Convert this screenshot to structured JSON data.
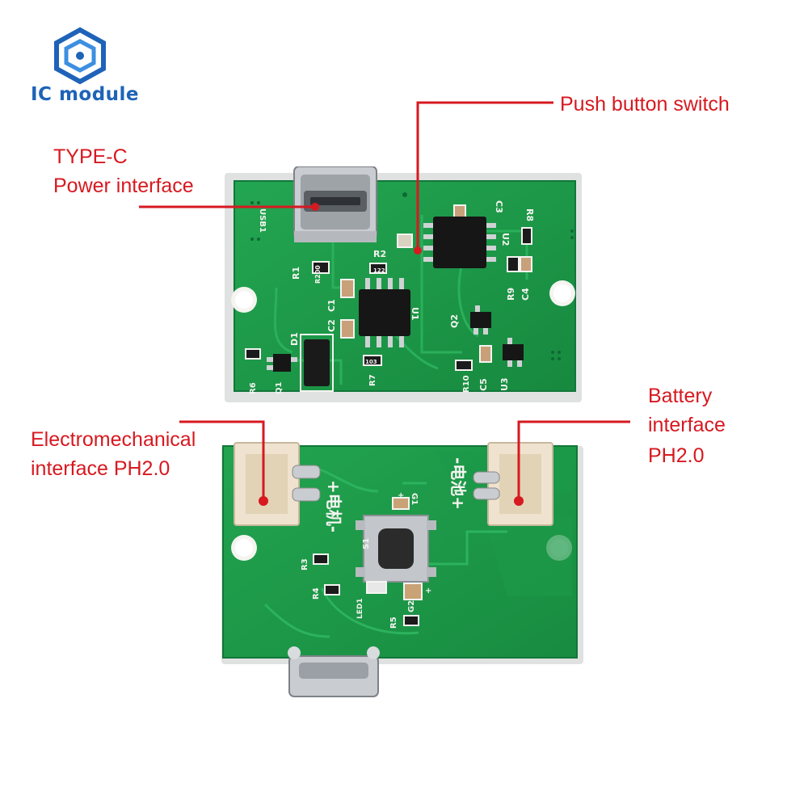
{
  "brand": {
    "name": "IC module",
    "color": "#1e63b8"
  },
  "callouts": {
    "push_button": "Push button switch",
    "typec_line1": "TYPE-C",
    "typec_line2": "Power interface",
    "motor_line1": "Electromechanical",
    "motor_line2": "interface PH2.0",
    "battery_line1": "Battery",
    "battery_line2": "interface",
    "battery_line3": "PH2.0",
    "color": "#d71920"
  },
  "board_top": {
    "pcb_color": "#1f9e4c",
    "labels": {
      "usb": "USB1",
      "r1": "R1",
      "r200": "R200",
      "r2": "R2",
      "r22": "122",
      "c1": "C1",
      "c2": "C2",
      "u1": "U1",
      "d1": "D1",
      "r6": "R6",
      "q1": "Q1",
      "r7": "R7",
      "r7v": "103",
      "c3": "C3",
      "r8": "R8",
      "u2": "U2",
      "r9": "R9",
      "c4": "C4",
      "q2": "Q2",
      "r10": "R10",
      "c5": "C5",
      "u3": "U3"
    }
  },
  "board_bottom": {
    "pcb_color": "#1f9e4c",
    "labels": {
      "motor": "+电机-",
      "battery": "-电池+",
      "g1": "G1",
      "s1": "S1",
      "r3": "R3",
      "r4": "R4",
      "led1": "LED1",
      "g2": "G2",
      "r5": "R5",
      "plus_top": "+",
      "plus_bottom": "+"
    }
  }
}
